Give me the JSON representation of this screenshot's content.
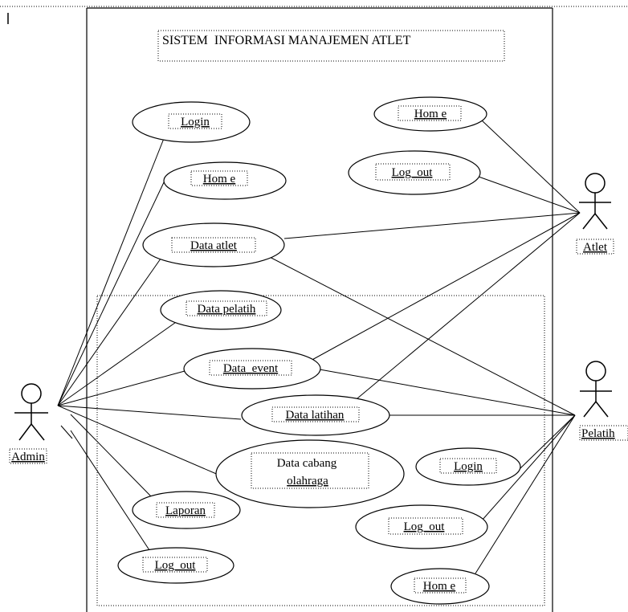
{
  "title": "SISTEM  INFORMASI MANAJEMEN ATLET",
  "actors": {
    "admin": "Admin",
    "atlet": "Atlet",
    "pelatih": "Pelatih"
  },
  "use_cases": {
    "login_admin": "Login",
    "home_admin": "Hom e",
    "data_atlet": "Data atlet",
    "data_pelatih": "Data pelatih",
    "data_event": "Data_event",
    "data_latihan": "Data latihan",
    "data_cabang_line1": "Data cabang",
    "data_cabang_line2": "olahraga",
    "laporan": "Laporan",
    "logout_admin": "Log_out",
    "home_atlet": "Hom e",
    "logout_atlet": "Log_out",
    "login_pelatih": "Login",
    "logout_pelatih": "Log_out",
    "home_pelatih": "Hom e"
  }
}
